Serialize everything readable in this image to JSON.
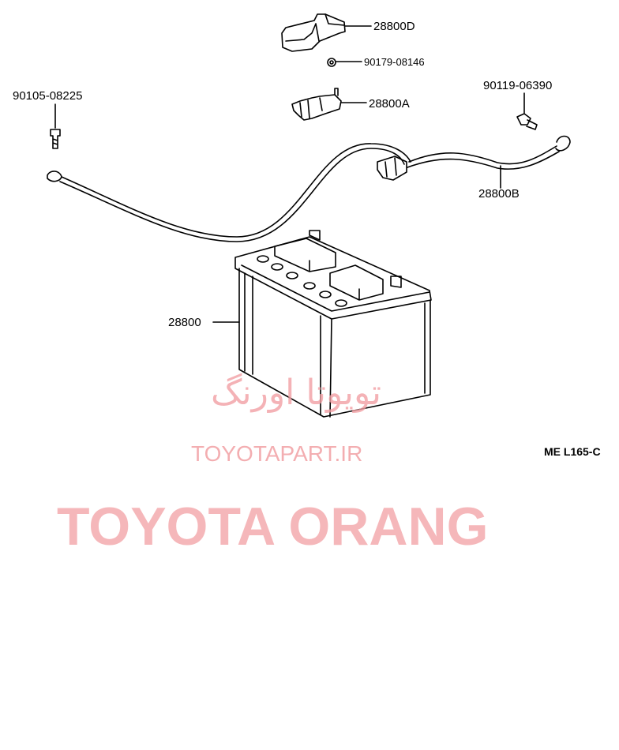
{
  "parts": {
    "cover": "28800D",
    "nut": "90179-08146",
    "terminal_clamp": "28800A",
    "bolt_left": "90105-08225",
    "bolt_right": "90119-06390",
    "cable": "28800B",
    "battery": "28800"
  },
  "diagram_code": "ME L165-C",
  "watermark": {
    "brand": "TOYOTA ORANG",
    "persian": "تویوتا اورنگ",
    "site": "TOYOTAPART.IR"
  }
}
